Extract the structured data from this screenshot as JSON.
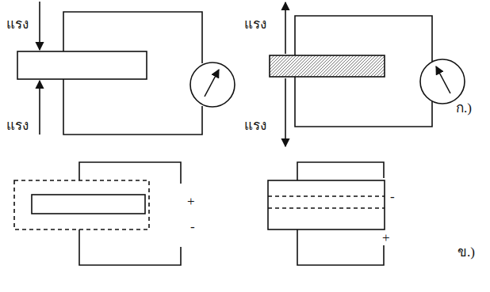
{
  "diagram": {
    "labels": [
      "แรง",
      "แรง",
      "แรง",
      "แรง",
      "ก.)",
      "+",
      "-",
      "-",
      "+",
      "ข.)"
    ]
  }
}
